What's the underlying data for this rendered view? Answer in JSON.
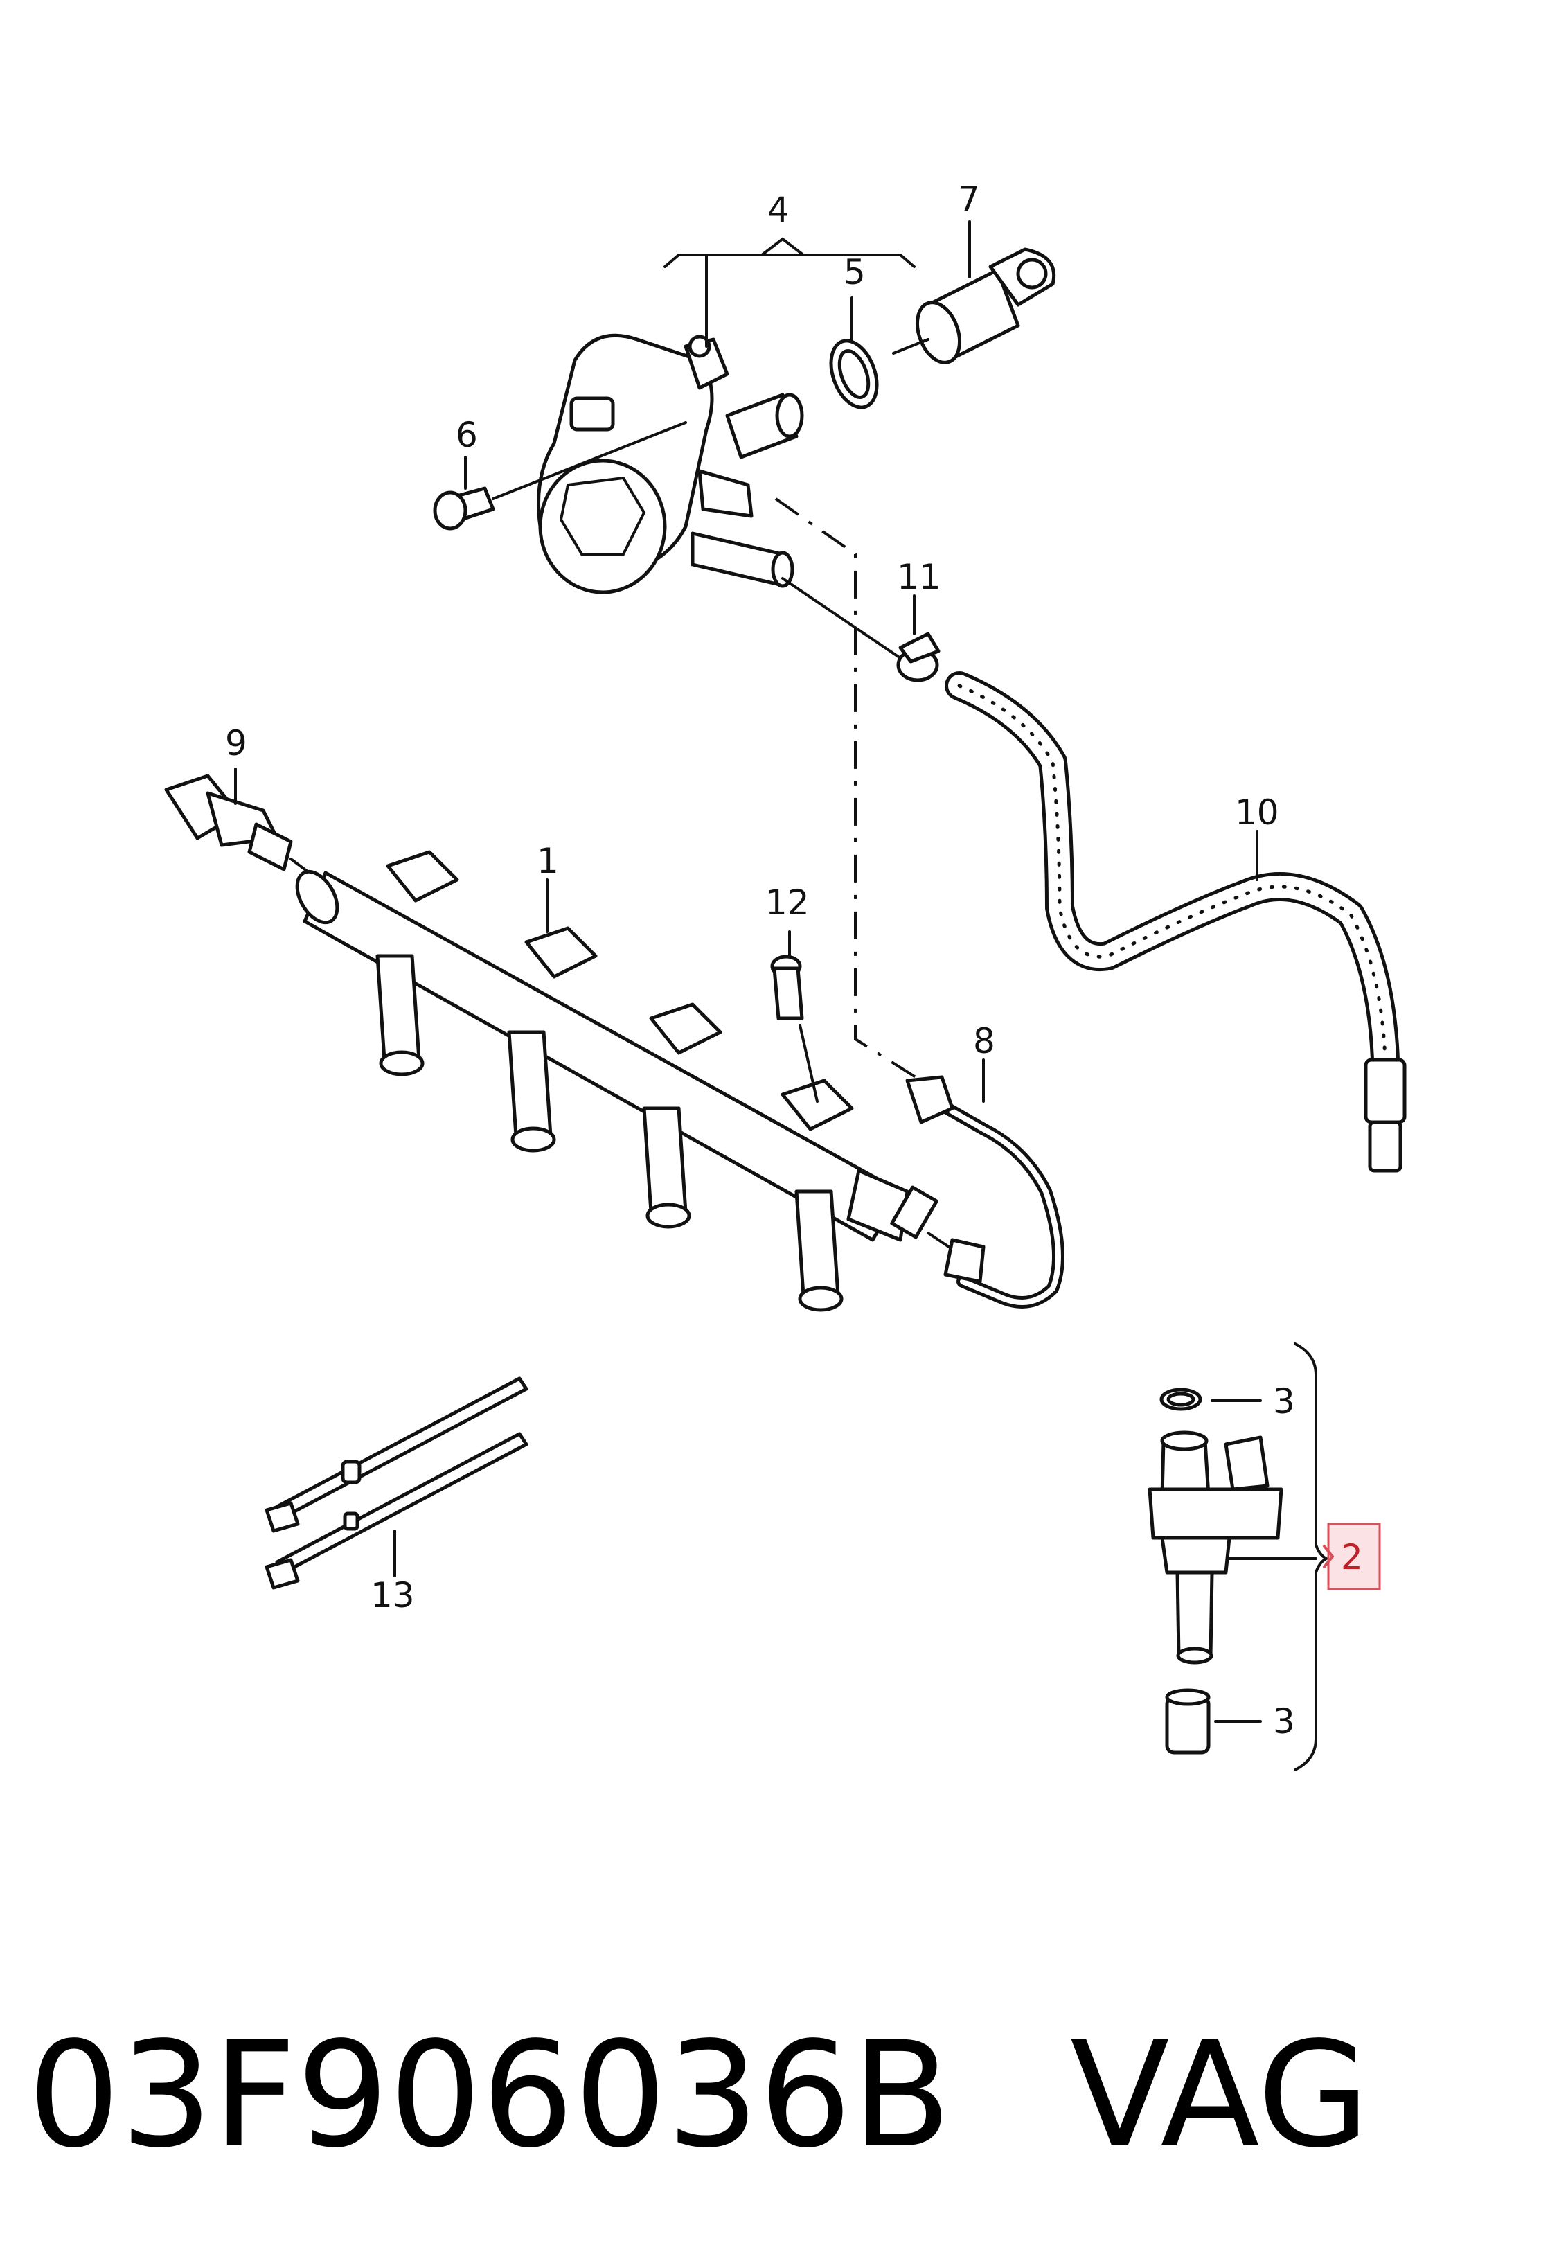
{
  "callouts": {
    "c1": "1",
    "c2": "2",
    "c3a": "3",
    "c3b": "3",
    "c4": "4",
    "c5": "5",
    "c6": "6",
    "c7": "7",
    "c8": "8",
    "c9": "9",
    "c10": "10",
    "c11": "11",
    "c12": "12",
    "c13": "13"
  },
  "highlighted_callout": "c2",
  "footer": {
    "part_number": "03F906036B",
    "brand": "VAG"
  },
  "colors": {
    "highlight_fill": "#fbe3e5",
    "highlight_border": "#d9505a",
    "highlight_text": "#c0202a"
  }
}
